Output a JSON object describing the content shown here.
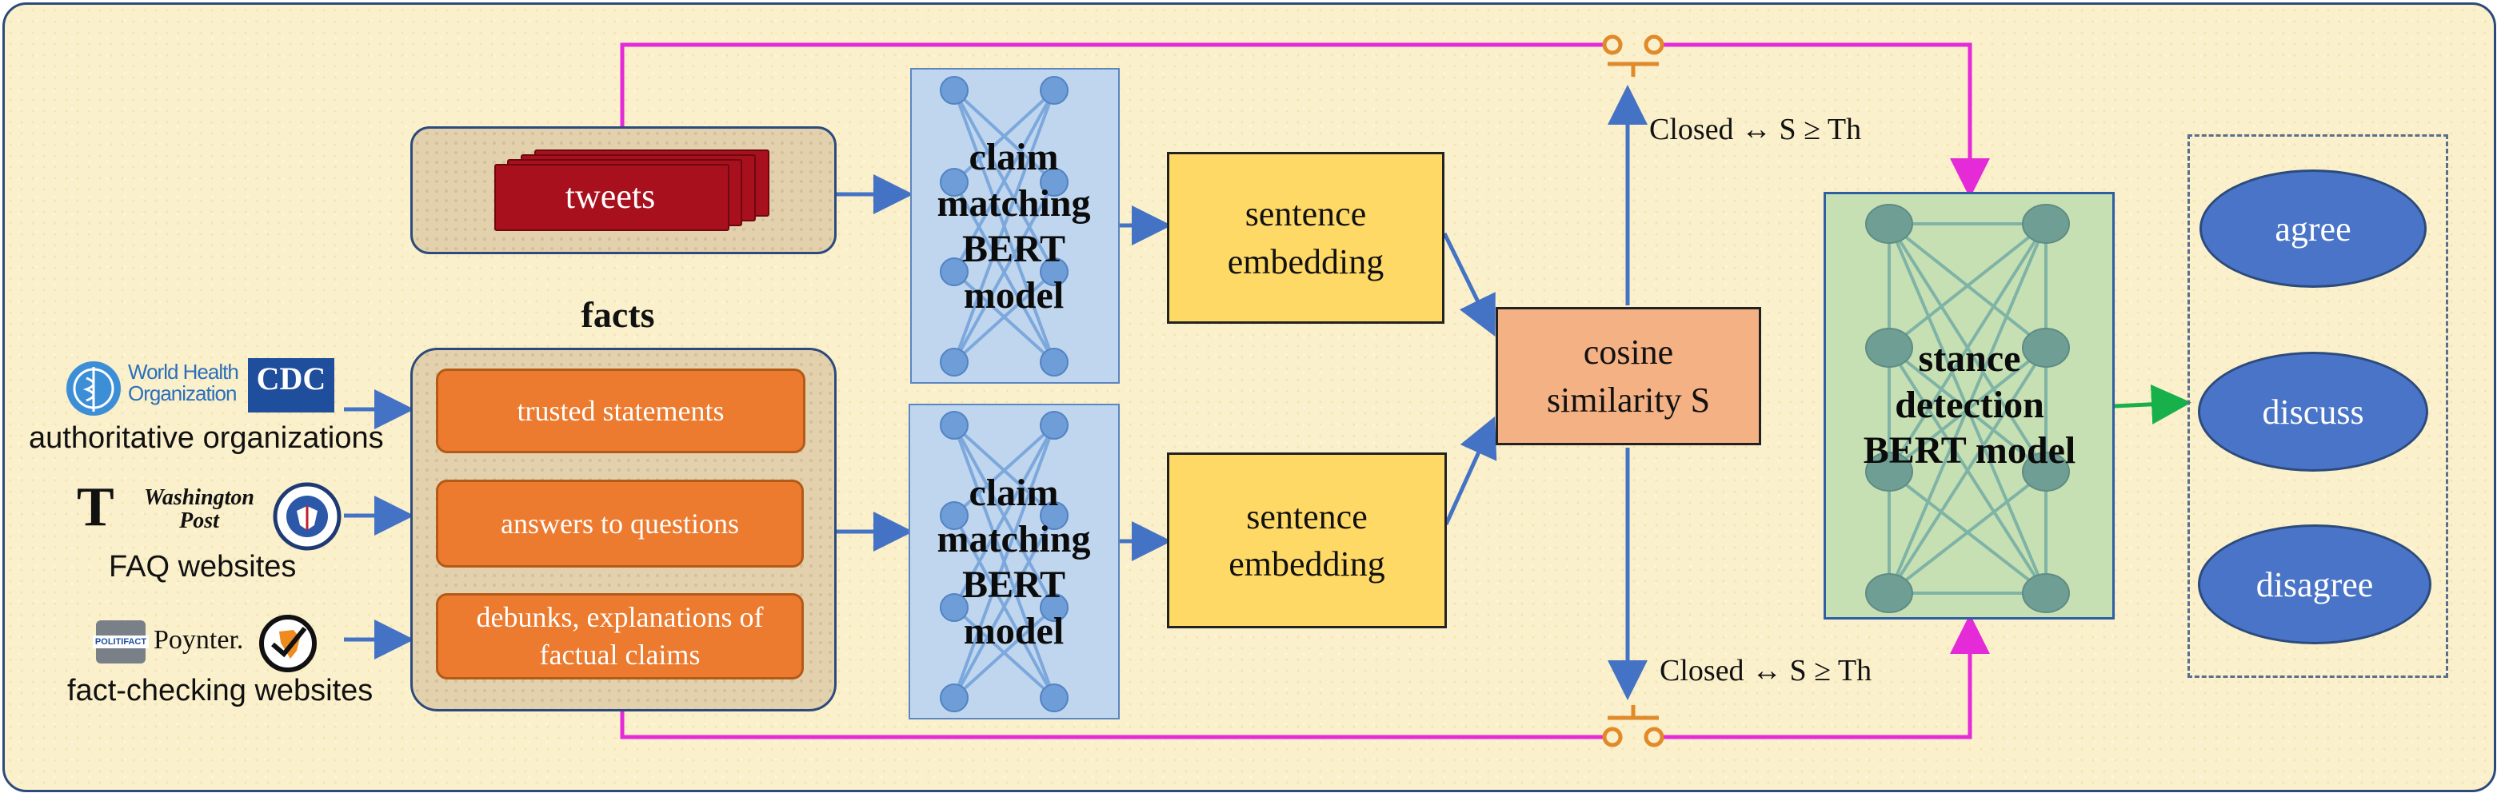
{
  "tweets": {
    "label": "tweets"
  },
  "facts": {
    "title": "facts",
    "items": [
      "trusted statements",
      "answers to questions",
      "debunks, explanations of factual claims"
    ]
  },
  "sources": [
    {
      "label": "authoritative organizations",
      "logos": [
        "World Health Organization",
        "CDC"
      ]
    },
    {
      "label": "FAQ websites",
      "logos": [
        "The New York Times",
        "Washington Post",
        "Department of Homeland Security"
      ]
    },
    {
      "label": "fact-checking websites",
      "logos": [
        "PolitiFact",
        "Poynter.",
        "Africa Check"
      ]
    }
  ],
  "bert_top": {
    "label": "claim matching BERT model"
  },
  "bert_bottom": {
    "label": "claim matching BERT model"
  },
  "embed_top": {
    "label": "sentence embedding"
  },
  "embed_bottom": {
    "label": "sentence embedding"
  },
  "cosine": {
    "label": "cosine similarity S"
  },
  "switch_top": {
    "label": "Closed  ↔ S ≥ Th"
  },
  "switch_bottom": {
    "label": "Closed  ↔ S ≥ Th"
  },
  "stance": {
    "label": "stance detection BERT model"
  },
  "outputs": [
    "agree",
    "discuss",
    "disagree"
  ],
  "colors": {
    "arrow_blue": "#4472c4",
    "bypass_magenta": "#e52ad8",
    "output_green": "#18b04a",
    "switch_orange": "#e08a2a"
  }
}
